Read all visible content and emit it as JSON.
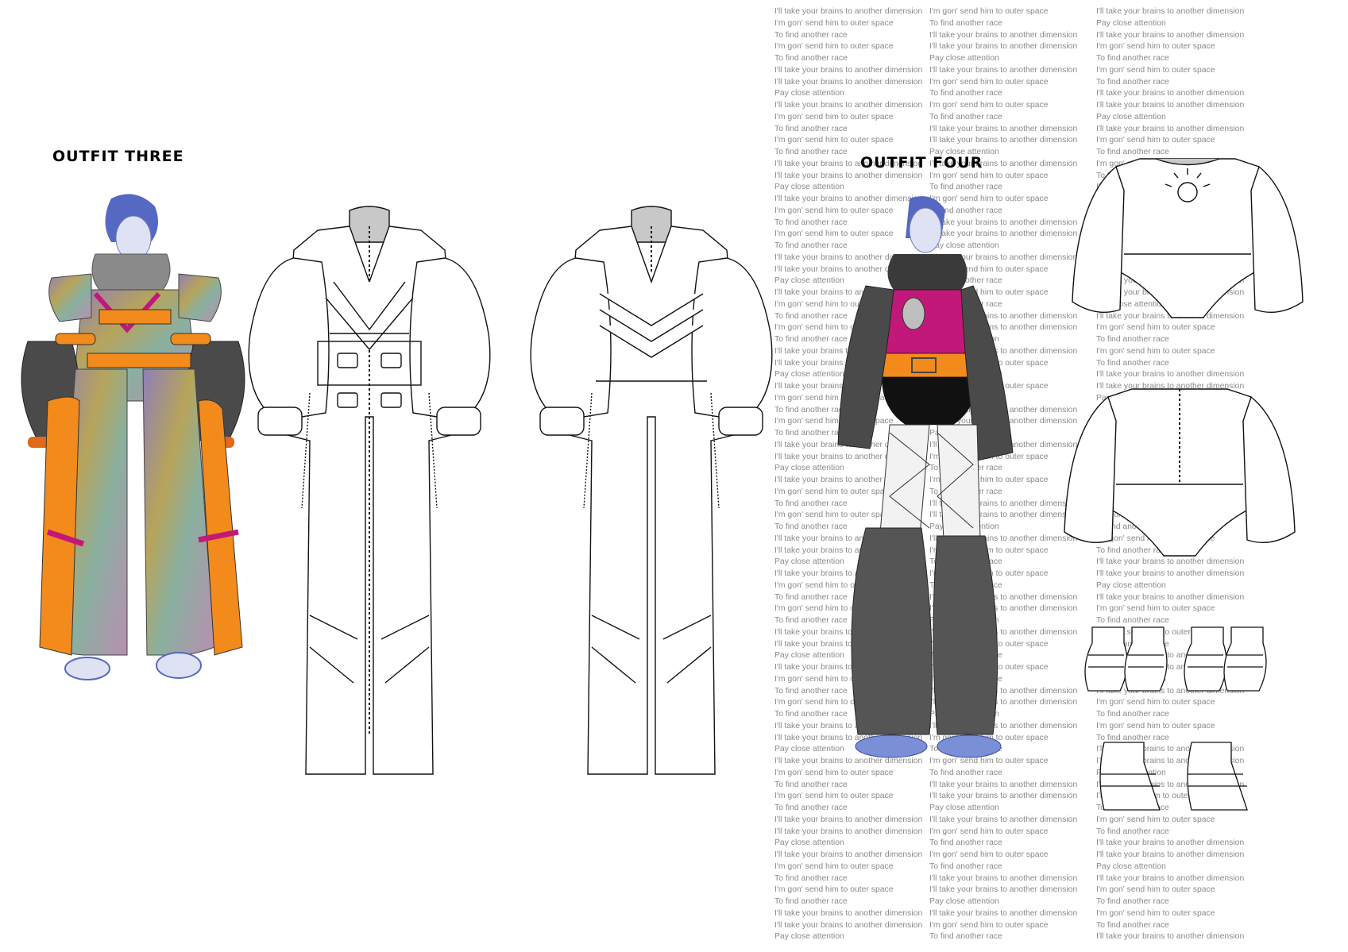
{
  "outfits": {
    "three": {
      "title": "OUTFIT THREE"
    },
    "four": {
      "title": "OUTFIT FOUR"
    }
  },
  "lyrics": {
    "line_a": "I'll take your brains to another dimension",
    "line_b": "I'm gon' send him to outer space",
    "line_c": "To find another race",
    "line_d": "Pay close attention"
  },
  "colors": {
    "orange": "#f28a1c",
    "magenta": "#c2187a",
    "charcoal": "#4a4a4a",
    "hair_blue": "#5568c2",
    "text_gray": "#8a8a8a"
  }
}
